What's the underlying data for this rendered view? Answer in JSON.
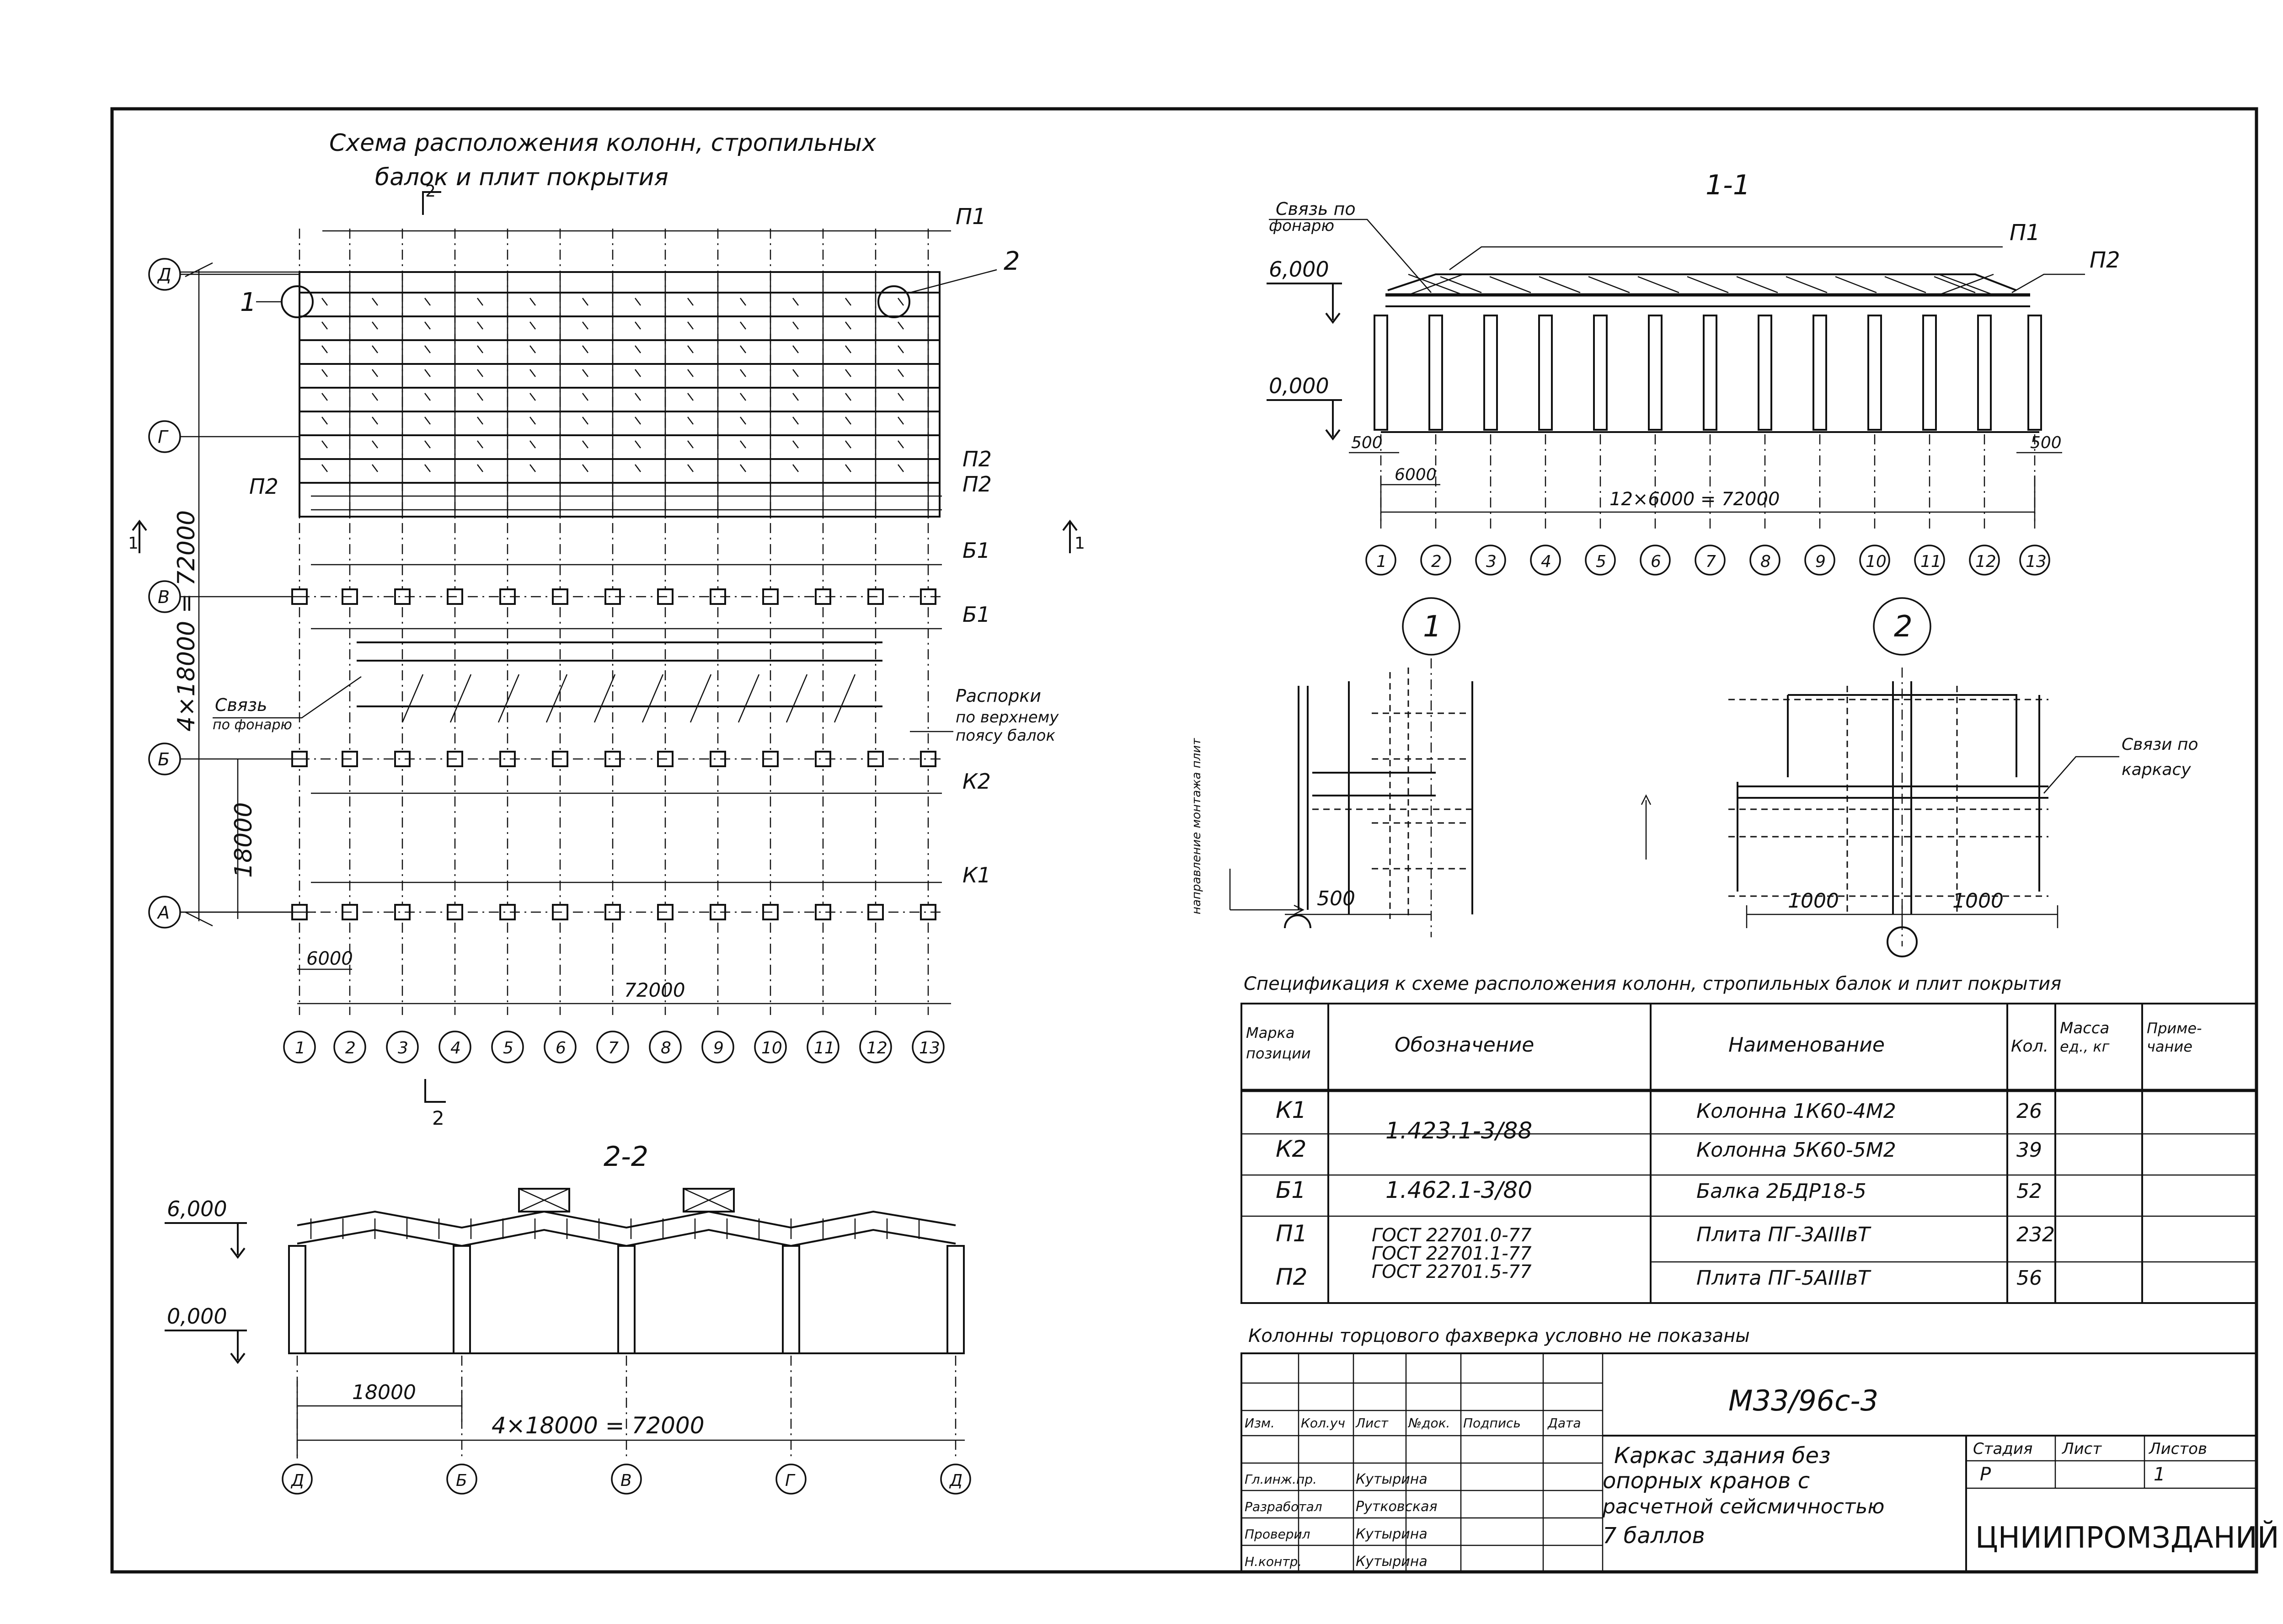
{
  "plan": {
    "title_line1": "Схема расположения колонн, стропильных",
    "title_line2": "балок и плит покрытия",
    "grid_numbers": [
      "1",
      "2",
      "3",
      "4",
      "5",
      "6",
      "7",
      "8",
      "9",
      "10",
      "11",
      "12",
      "13"
    ],
    "grid_letters": [
      "Д",
      "Г",
      "В",
      "Б",
      "А"
    ],
    "dim_span_total": "4×18000 = 72000",
    "dim_span": "18000",
    "dim_step": "6000",
    "dim_length": "72000",
    "callout_1": "1",
    "callout_2": "2",
    "mark_p1": "П1",
    "mark_p2a": "П2",
    "mark_p2b": "П2",
    "mark_p2c": "П2",
    "mark_b1a": "Б1",
    "mark_b1b": "Б1",
    "mark_k2": "К2",
    "mark_k1": "К1",
    "note_lantern_tie_1": "Связь",
    "note_lantern_tie_2": "по фонарю",
    "note_struts_1": "Распорки",
    "note_struts_2": "по верхнему",
    "note_struts_3": "поясу балок",
    "section_mark": "1",
    "section_mark_2": "2"
  },
  "section_11": {
    "title": "1-1",
    "note_tie_1": "Связь по",
    "note_tie_2": "фонарю",
    "level_top": "6,000",
    "level_zero": "0,000",
    "mark_p1": "П1",
    "mark_p2": "П2",
    "dim_left": "500",
    "dim_right": "500",
    "dim_step": "6000",
    "dim_total": "12×6000 = 72000"
  },
  "node_1": {
    "number": "1",
    "note_side": "направление монтажа плит",
    "dim": "500"
  },
  "node_2": {
    "number": "2",
    "note_tie_1": "Связи по",
    "note_tie_2": "каркасу",
    "dim_left": "1000",
    "dim_right": "1000"
  },
  "section_22": {
    "title": "2-2",
    "level_top": "6,000",
    "level_zero": "0,000",
    "dim_span": "18000",
    "dim_total": "4×18000 = 72000",
    "axes": [
      "Д",
      "Б",
      "В",
      "Г",
      "Д"
    ]
  },
  "spec": {
    "title": "Спецификация к схеме расположения колонн, стропильных балок и плит покрытия",
    "headers": [
      "Марка позиции",
      "Обозначение",
      "Наименование",
      "Кол.",
      "Масса ед., кг",
      "Примечание"
    ],
    "rows": [
      {
        "mark": "К1",
        "designation": "1.423.1-3/88",
        "name": "Колонна 1К60-4М2",
        "qty": "26"
      },
      {
        "mark": "К2",
        "designation": "",
        "name": "Колонна 5К60-5М2",
        "qty": "39"
      },
      {
        "mark": "Б1",
        "designation": "1.462.1-3/80",
        "name": "Балка 2БДР18-5",
        "qty": "52"
      },
      {
        "mark": "П1",
        "designation": "ГОСТ 22701.0-77",
        "name": "Плита ПГ-3АIIIвТ",
        "qty": "232"
      },
      {
        "mark": "П2",
        "designation": "ГОСТ 22701.1-77",
        "name": "Плита ПГ-5АIIIвТ",
        "qty": "56"
      }
    ],
    "designation_extra": "ГОСТ 22701.5-77",
    "footnote": "Колонны торцового фахверка условно не показаны"
  },
  "titleblock": {
    "code": "М33/96с-3",
    "header_cols": [
      "Изм.",
      "Кол.уч",
      "Лист",
      "№док.",
      "Подпись",
      "Дата"
    ],
    "roles": [
      "Гл.инж.пр.",
      "Разработал",
      "Проверил",
      "Н.контр."
    ],
    "names": [
      "Кутырина",
      "Рутковская",
      "Кутырина",
      "Кутырина"
    ],
    "doc_title": [
      "Каркас здания без",
      "опорных кранов с",
      "расчетной сейсмичностью",
      "7 баллов"
    ],
    "stage_label": "Стадия",
    "sheet_label": "Лист",
    "sheets_label": "Листов",
    "stage": "Р",
    "sheet": "1",
    "org": "ЦНИИПРОМЗДАНИЙ"
  }
}
